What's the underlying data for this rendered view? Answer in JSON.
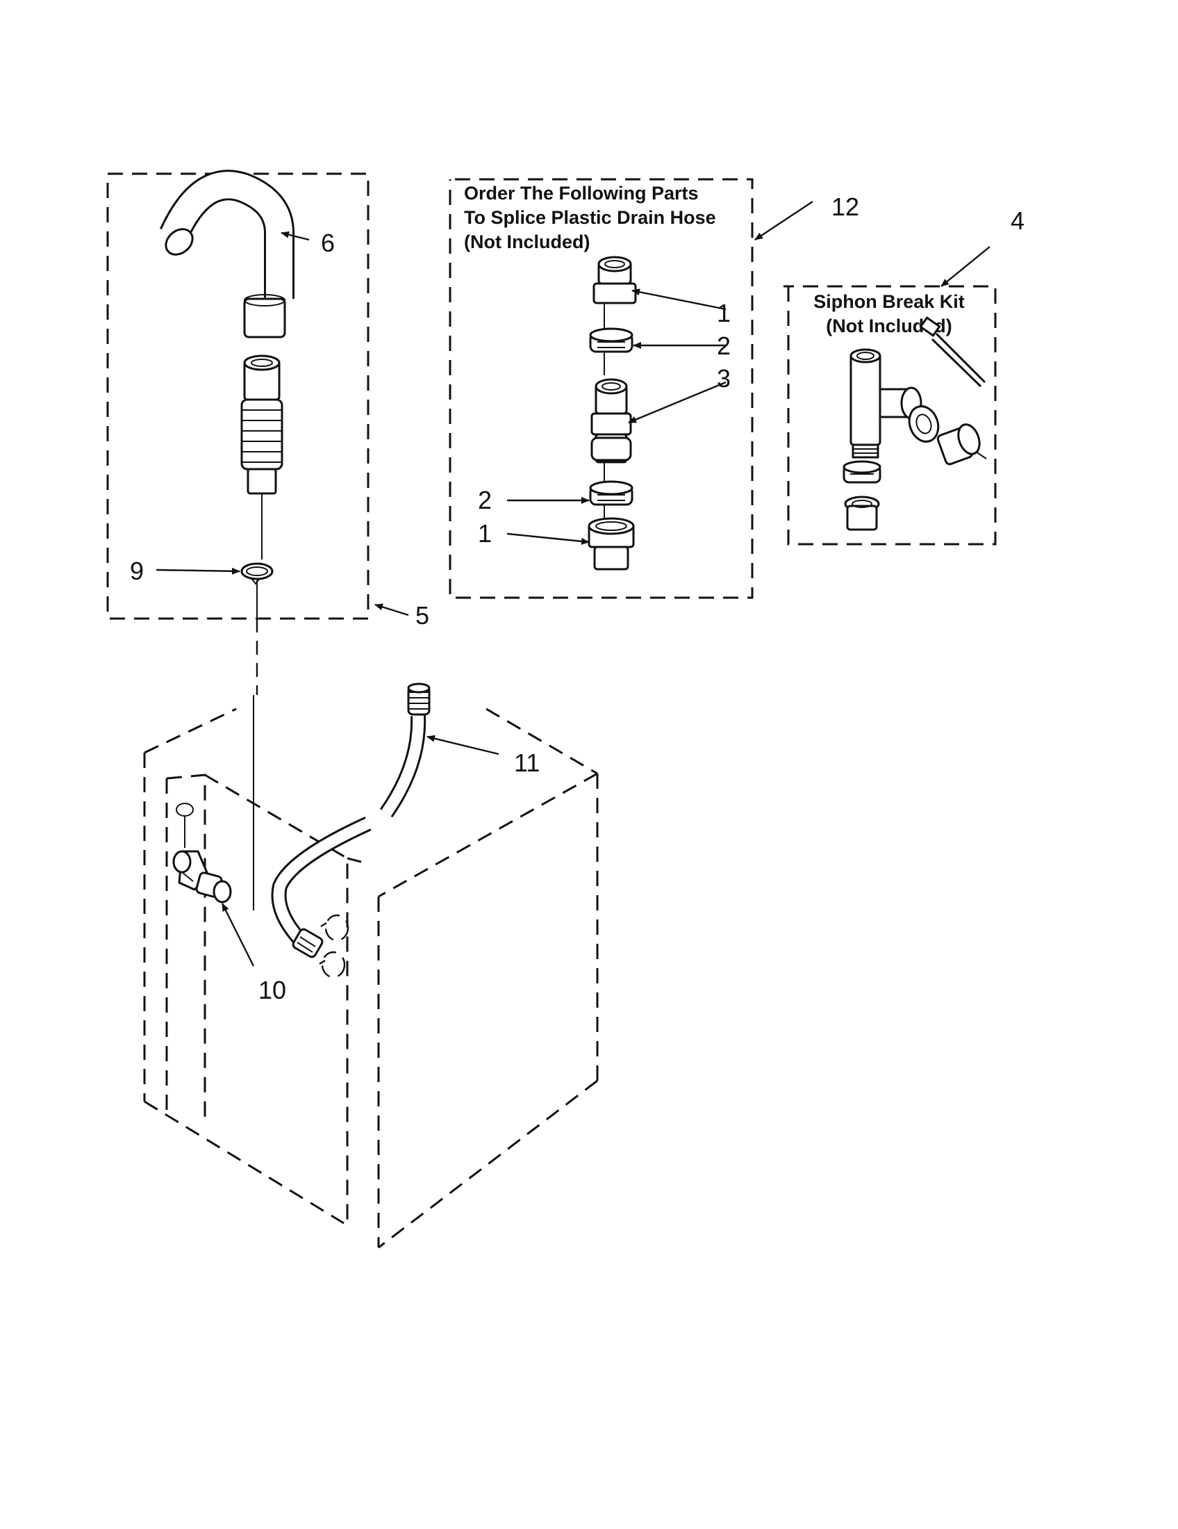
{
  "callouts": {
    "c1_top": "1",
    "c1_bottom": "1",
    "c2_top": "2",
    "c2_bottom": "2",
    "c3": "3",
    "c4": "4",
    "c5": "5",
    "c6": "6",
    "c9": "9",
    "c10": "10",
    "c11": "11",
    "c12": "12"
  },
  "splice_box": {
    "line1": "Order The Following Parts",
    "line2": "To Splice Plastic Drain Hose",
    "line3": "(Not Included)"
  },
  "siphon_box": {
    "line1": "Siphon Break Kit",
    "line2": "(Not Included)"
  },
  "colors": {
    "ink": "#111111",
    "paper": "#ffffff"
  }
}
